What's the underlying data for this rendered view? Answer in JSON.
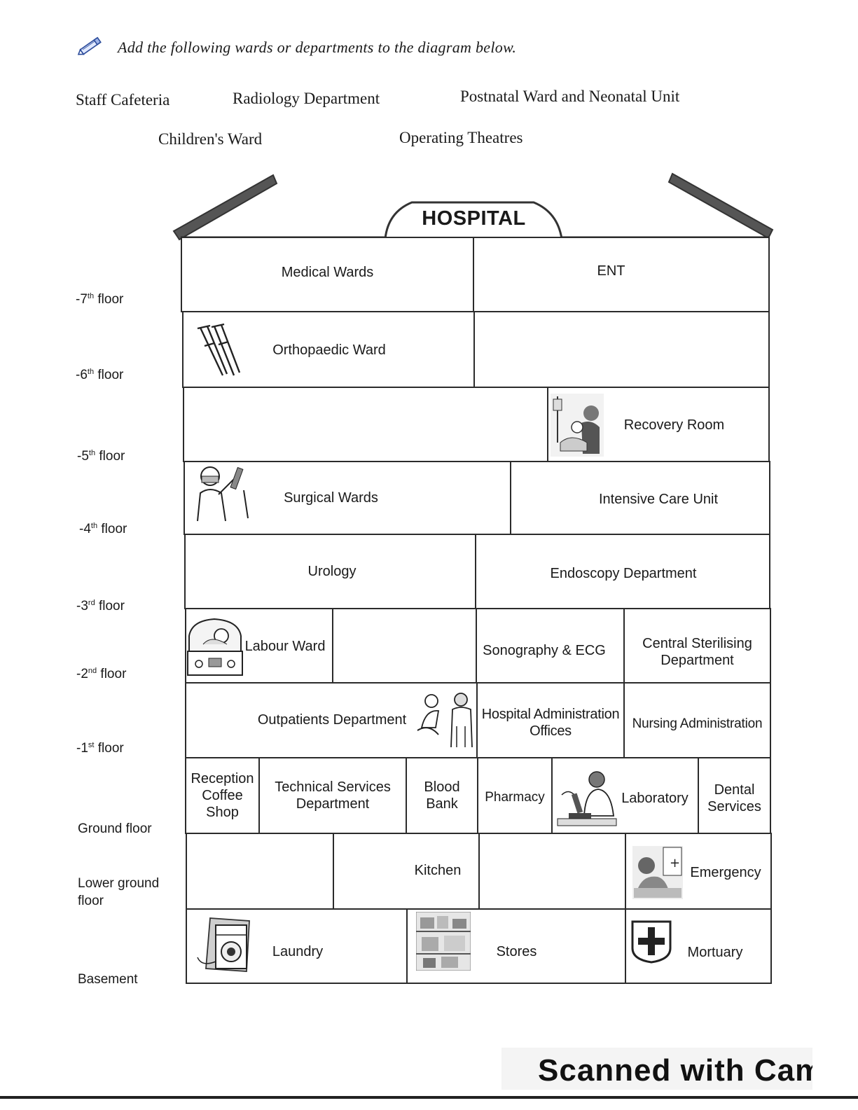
{
  "instruction": "Add the following wards or departments to the diagram below.",
  "word_bank": [
    "Staff Cafeteria",
    "Radiology Department",
    "Postnatal Ward and Neonatal Unit",
    "Children's Ward",
    "Operating Theatres"
  ],
  "sign": "HOSPITAL",
  "floors": [
    {
      "prefix": "-7",
      "sup": "th",
      "suffix": " floor"
    },
    {
      "prefix": "-6",
      "sup": "th",
      "suffix": " floor"
    },
    {
      "prefix": "-5",
      "sup": "th",
      "suffix": " floor"
    },
    {
      "prefix": "-4",
      "sup": "th",
      "suffix": " floor"
    },
    {
      "prefix": "-3",
      "sup": "rd",
      "suffix": " floor"
    },
    {
      "prefix": "-2",
      "sup": "nd",
      "suffix": " floor"
    },
    {
      "prefix": "-1",
      "sup": "st",
      "suffix": " floor"
    },
    {
      "text": "Ground floor"
    },
    {
      "text": "Lower ground\nfloor"
    },
    {
      "text": "Basement"
    }
  ],
  "rooms": {
    "medical_wards": "Medical Wards",
    "ent": "ENT",
    "orthopaedic_ward": "Orthopaedic Ward",
    "recovery_room": "Recovery Room",
    "surgical_wards": "Surgical Wards",
    "intensive_care_unit": "Intensive Care Unit",
    "urology": "Urology",
    "endoscopy_department": "Endoscopy Department",
    "labour_ward": "Labour Ward",
    "sonography_ecg": "Sonography & ECG",
    "central_sterilising": "Central Sterilising\nDepartment",
    "outpatients_department": "Outpatients Department",
    "hospital_administration": "Hospital Administration\nOffices",
    "nursing_administration": "Nursing Administration",
    "reception_coffee_shop": "Reception\nCoffee\nShop",
    "technical_services": "Technical Services\nDepartment",
    "blood_bank": "Blood\nBank",
    "pharmacy": "Pharmacy",
    "laboratory": "Laboratory",
    "dental_services": "Dental\nServices",
    "kitchen": "Kitchen",
    "emergency": "Emergency",
    "laundry": "Laundry",
    "stores": "Stores",
    "mortuary": "Mortuary"
  },
  "icons": {
    "pencil": "pencil-icon",
    "crutches": "crutches-icon",
    "recovery_patient": "recovery-patient-icon",
    "surgeon": "surgeon-icon",
    "baby_incubator": "baby-incubator-icon",
    "doctor_patient": "doctor-patient-icon",
    "microscope": "microscope-icon",
    "emergency_patient": "emergency-patient-icon",
    "washing_machine": "washing-machine-icon",
    "stores_shelf": "stores-shelf-icon",
    "mortuary_cross": "mortuary-cross-icon"
  },
  "watermark": "Scanned with CamScanner"
}
